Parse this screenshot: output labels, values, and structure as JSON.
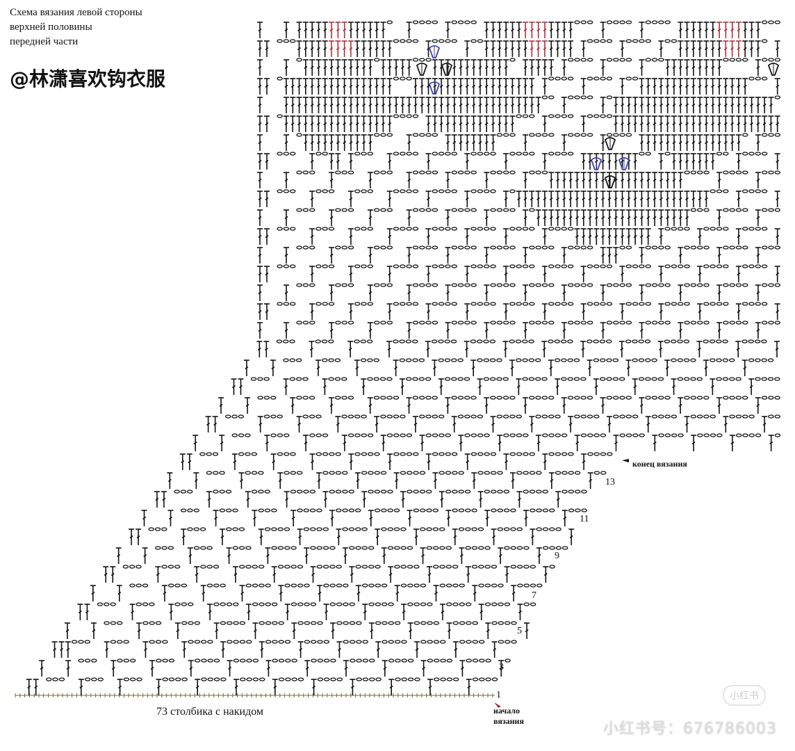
{
  "title_lines": [
    "Схема вязания левой стороны",
    "верхней половины",
    "передней части"
  ],
  "author_handle": "@林潇喜欢钩衣服",
  "end_label": "конец вязания",
  "start_label_lines": [
    "начало",
    "вязания"
  ],
  "stitch_count_label": "73 столбика с накидом",
  "row_numbers": [
    "1",
    "3",
    "5",
    "7",
    "9",
    "11",
    "13"
  ],
  "watermark": {
    "logo": "小红书",
    "id_text": "小红书号：676786003"
  },
  "colors": {
    "ink": "#111111",
    "shell_accent": "#3a3fb0",
    "top_row_accent": "#b0303a",
    "foundation": "#7a6a3a"
  }
}
